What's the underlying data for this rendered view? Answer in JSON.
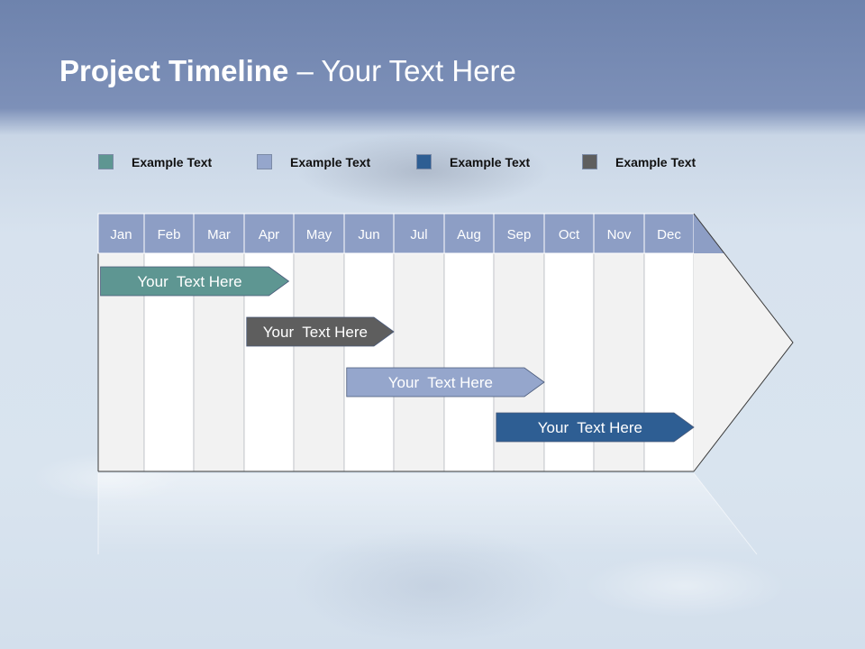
{
  "title": {
    "bold": "Project Timeline",
    "rest": " – Your Text Here"
  },
  "legend": [
    {
      "label": "Example Text",
      "color": "#5e9692"
    },
    {
      "label": "Example Text",
      "color": "#95a6cc"
    },
    {
      "label": "Example Text",
      "color": "#2e5e93"
    },
    {
      "label": "Example Text",
      "color": "#5e5e5e"
    }
  ],
  "colors": {
    "header": "#8d9ec5",
    "grid_light": "#f2f2f2",
    "grid_white": "#ffffff",
    "grid_line": "#b9bcc2"
  },
  "chart_data": {
    "type": "gantt",
    "months": [
      "Jan",
      "Feb",
      "Mar",
      "Apr",
      "May",
      "Jun",
      "Jul",
      "Aug",
      "Sep",
      "Oct",
      "Nov",
      "Dec"
    ],
    "tasks": [
      {
        "label": "Your  Text Here",
        "start_month": 1.05,
        "end_month": 4.9,
        "color": "#5e9692"
      },
      {
        "label": "Your  Text Here",
        "start_month": 4.05,
        "end_month": 7.0,
        "color": "#5e5e5e"
      },
      {
        "label": "Your  Text Here",
        "start_month": 6.05,
        "end_month": 10.0,
        "color": "#95a6cc"
      },
      {
        "label": "Your  Text Here",
        "start_month": 9.05,
        "end_month": 13.0,
        "color": "#2e5e93"
      }
    ]
  }
}
